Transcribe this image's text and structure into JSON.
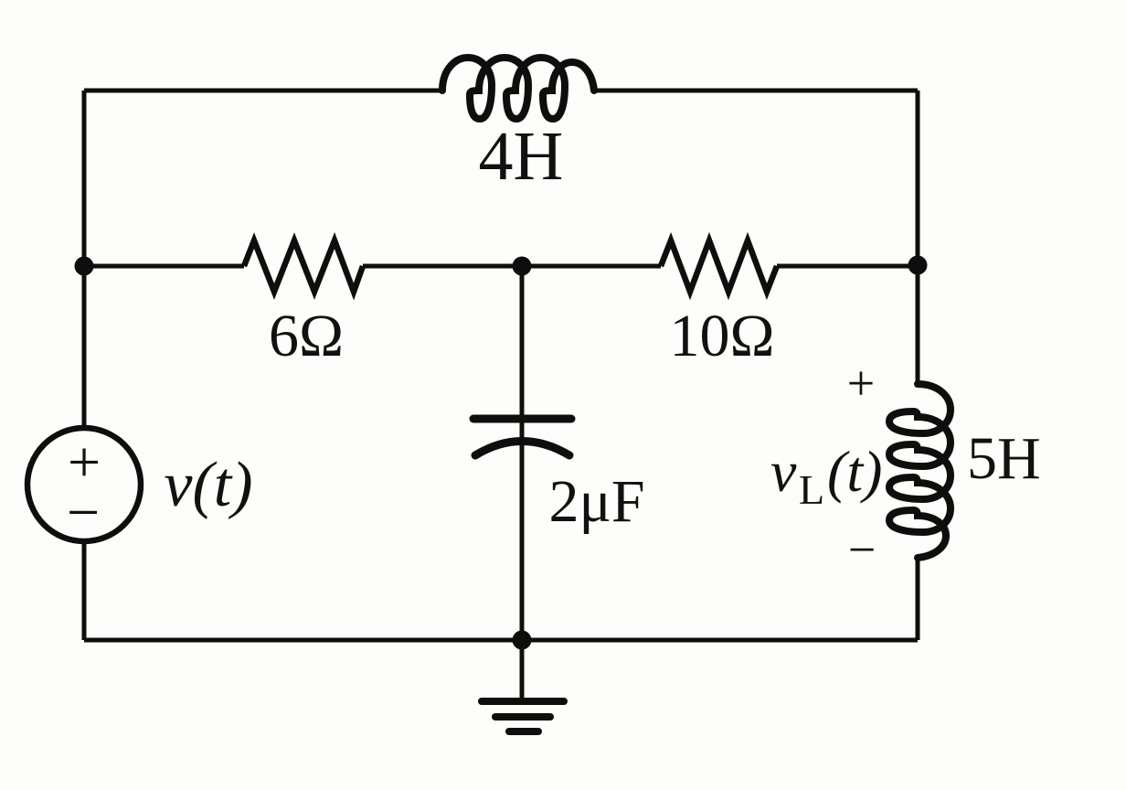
{
  "diagram": {
    "kind": "circuit-schematic",
    "ink_color": "#0e0e0e",
    "background_color": "#fdfdfc"
  },
  "components": {
    "voltage_source": {
      "label": "v(t)",
      "plus": "+",
      "minus": "−"
    },
    "top_inductor": {
      "label": "4H"
    },
    "left_resistor": {
      "label": "6Ω"
    },
    "right_resistor": {
      "label": "10Ω"
    },
    "capacitor": {
      "label": "2μF"
    },
    "right_inductor": {
      "label": "5H",
      "voltage_base": "v",
      "voltage_subscript": "L",
      "voltage_argument": "(t)",
      "plus": "+",
      "minus": "−"
    }
  }
}
